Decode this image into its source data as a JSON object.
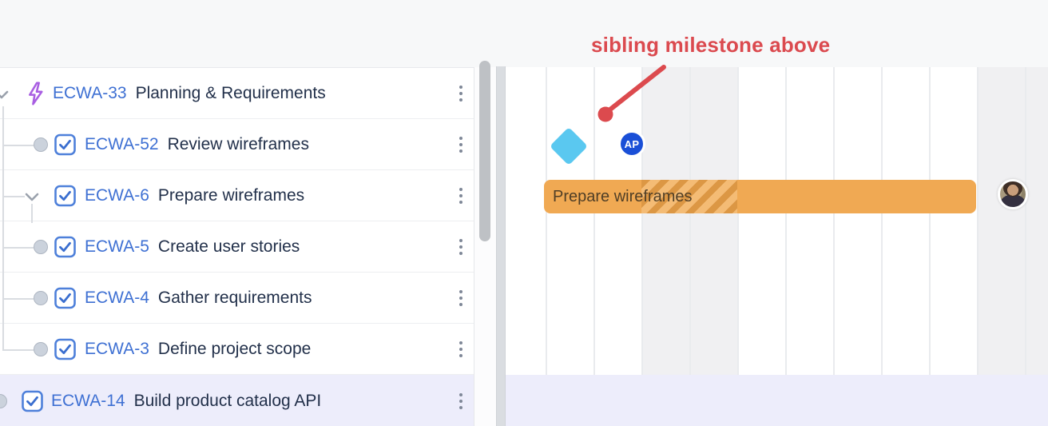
{
  "annotation": {
    "label": "sibling milestone above"
  },
  "panel": {
    "rows": [
      {
        "key": "ECWA-33",
        "summary": "Planning & Requirements",
        "icon": "epic",
        "node": "chevron-expanded",
        "selected": false
      },
      {
        "key": "ECWA-52",
        "summary": "Review wireframes",
        "icon": "checkbox-checked",
        "node": "circle",
        "selected": false
      },
      {
        "key": "ECWA-6",
        "summary": "Prepare wireframes",
        "icon": "checkbox-checked",
        "node": "chevron-expanded",
        "selected": false
      },
      {
        "key": "ECWA-5",
        "summary": "Create user stories",
        "icon": "checkbox-checked",
        "node": "circle",
        "selected": false
      },
      {
        "key": "ECWA-4",
        "summary": "Gather requirements",
        "icon": "checkbox-checked",
        "node": "circle",
        "selected": false
      },
      {
        "key": "ECWA-3",
        "summary": "Define project scope",
        "icon": "checkbox-checked",
        "node": "circle",
        "selected": false
      },
      {
        "key": "ECWA-14",
        "summary": "Build product catalog API",
        "icon": "checkbox-checked",
        "node": "circle",
        "selected": true
      }
    ]
  },
  "timeline": {
    "bar": {
      "label": "Prepare wireframes",
      "color": "#F0A953",
      "non_working_overlay": "hatched"
    },
    "milestone": {
      "shape": "diamond",
      "color": "#5AC8F0"
    },
    "assignee_badge": {
      "initials": "AP",
      "color": "#1A4FD7"
    },
    "avatar": {
      "type": "photo"
    }
  },
  "colors": {
    "annotation_red": "#DB4A4F",
    "issue_key_blue": "#3E70D3",
    "selected_row_lavender": "#EDEDFB",
    "weekend_shade": "#F0F0F2",
    "epic_icon_purple": "#A95FE2"
  }
}
